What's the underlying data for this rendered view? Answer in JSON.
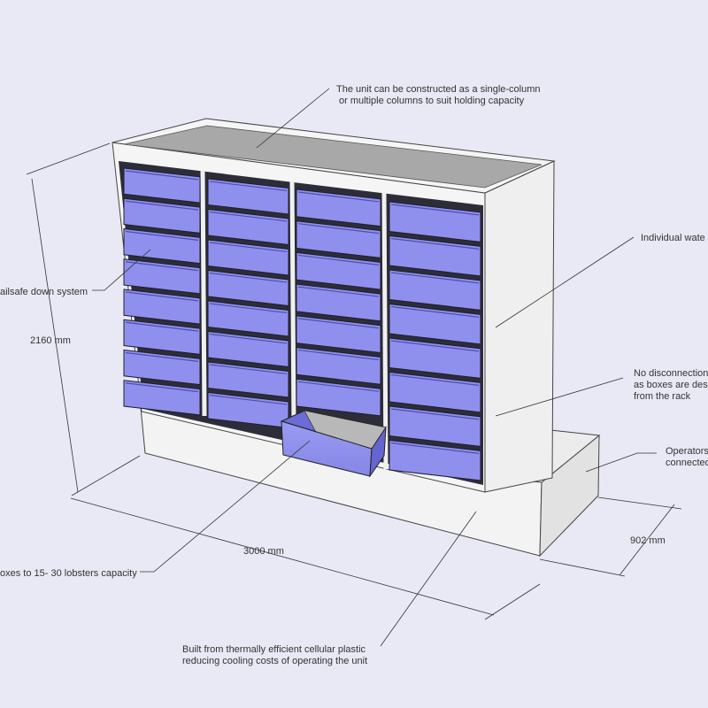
{
  "annotations": {
    "construction": [
      "The unit can be constructed as a single-column",
      "or multiple columns to suit holding capacity"
    ],
    "failsafe": [
      "ailsafe down system"
    ],
    "water": [
      "Individual wate"
    ],
    "disconnection": [
      "No disconnection",
      "as boxes are desig",
      "from the rack"
    ],
    "operators": [
      "Operators",
      "connected"
    ],
    "boxes": [
      "oxes to 15- 30 lobsters capacity"
    ],
    "plastic": [
      "Built from thermally efficient cellular plastic",
      "reducing cooling costs of operating the unit"
    ]
  },
  "dimensions": {
    "height": "2160 mm",
    "width": "3000 mm",
    "depth": "902 mm"
  },
  "colors": {
    "background": "#e9e8f5",
    "box": "#8f90ee",
    "box_dark": "#5a5bc0",
    "frame": "#f4f4f4",
    "shadow": "#a9a9a9"
  }
}
